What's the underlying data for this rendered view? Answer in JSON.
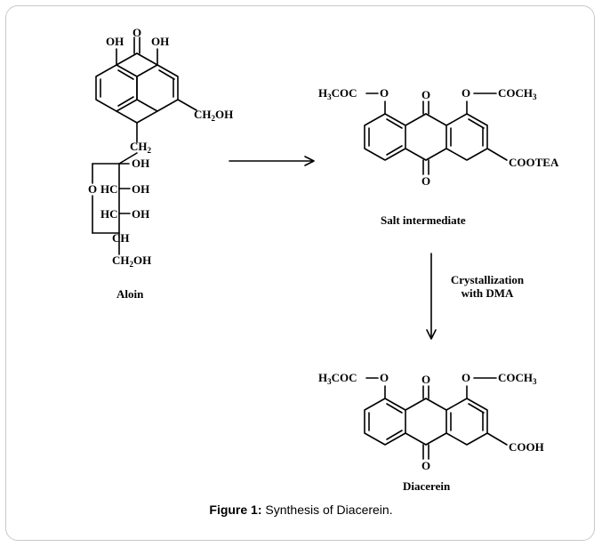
{
  "figure": {
    "caption_prefix": "Figure 1:",
    "caption_text": " Synthesis of Diacerein."
  },
  "compounds": {
    "aloin": {
      "name": "Aloin",
      "atoms": {
        "oh_left": "OH",
        "carbonyl_o": "O",
        "oh_right": "OH",
        "ch2oh_main": "CH",
        "ch2oh_main_sub": "2",
        "ch2oh_main_tail": "OH",
        "ch2": "CH",
        "ch2_sub": "2",
        "oh_c1": "OH",
        "ring_o": "O",
        "hc_1": "HC",
        "oh_c2": "OH",
        "hc_2": "HC",
        "oh_c3": "OH",
        "ch": "CH",
        "ch2oh_side": "CH",
        "ch2oh_side_sub": "2",
        "ch2oh_side_tail": "OH"
      }
    },
    "salt_intermediate": {
      "name": "Salt intermediate",
      "atoms": {
        "ester_left_h": "H",
        "ester_left_sub": "3",
        "ester_left_tail": "COC",
        "ester_left_o": "O",
        "carbonyl_top": "O",
        "ester_right_o": "O",
        "ester_right_text": "COCH",
        "ester_right_sub": "3",
        "cootea": "COOTEA",
        "carbonyl_bottom": "O"
      }
    },
    "diacerein": {
      "name": "Diacerein",
      "atoms": {
        "ester_left_h": "H",
        "ester_left_sub": "3",
        "ester_left_tail": "COC",
        "ester_left_o": "O",
        "carbonyl_top": "O",
        "ester_right_o": "O",
        "ester_right_text": "COCH",
        "ester_right_sub": "3",
        "cooh": "COOH",
        "carbonyl_bottom": "O"
      }
    }
  },
  "steps": {
    "crystallization_line1": "Crystallization",
    "crystallization_line2": "with DMA"
  }
}
